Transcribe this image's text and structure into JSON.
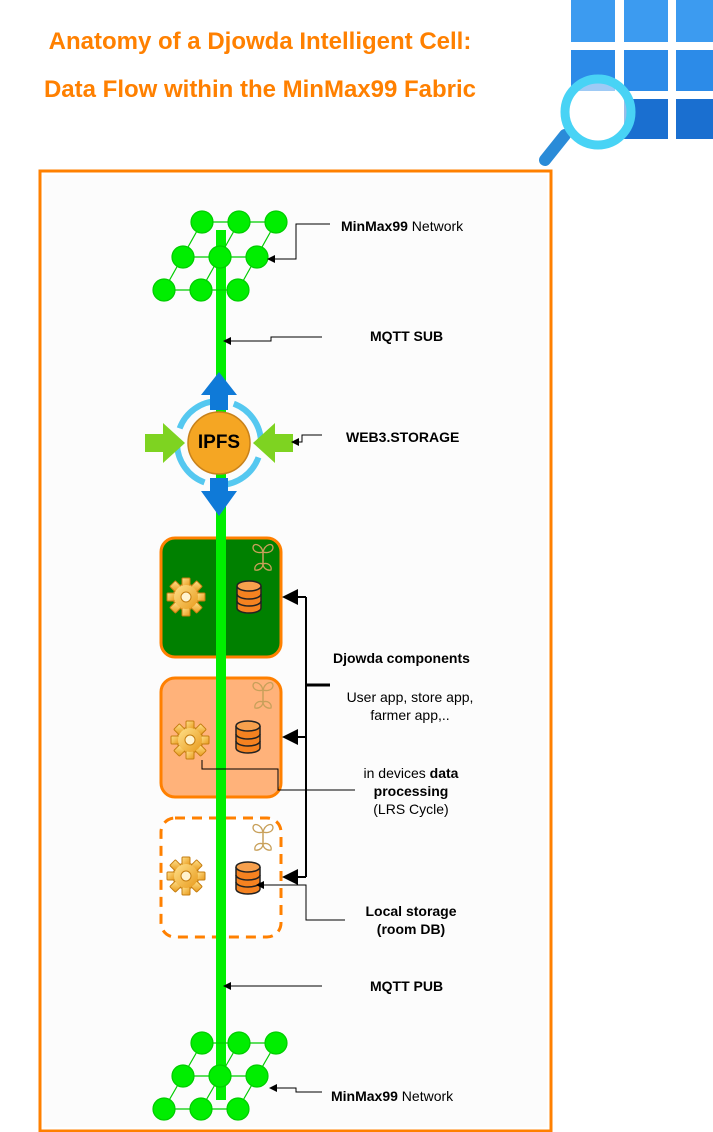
{
  "title": {
    "line1": "Anatomy of a Djowda Intelligent Cell:",
    "line2": "Data Flow within the MinMax99 Fabric"
  },
  "colors": {
    "title": "#ff8000",
    "frame": "#ff8000",
    "trunk": "#00ee00",
    "node": "#00ee00",
    "ipfs": "#f5a623",
    "arrow_blue": "#0f7ad8",
    "arrow_green": "#7ed321",
    "card_dark": "#008000",
    "card_light": "#ffb27a",
    "db": "#f58220"
  },
  "center": {
    "ipfs_label": "IPFS"
  },
  "labels": {
    "network_top_bold": "MinMax99",
    "network_top_rest": " Network",
    "mqtt_sub": "MQTT SUB",
    "web3_storage": "WEB3.STORAGE",
    "components_title": "Djowda components",
    "components_sub_line1": "User app, store app,",
    "components_sub_line2": "farmer app,..",
    "processing_pre": "in devices ",
    "processing_bold_1": "data",
    "processing_bold_2": "processing",
    "processing_line3": "(LRS Cycle)",
    "local_storage_line1": "Local storage",
    "local_storage_line2": "(room DB)",
    "mqtt_pub": "MQTT PUB",
    "network_bottom_bold": "MinMax99",
    "network_bottom_rest": " Network"
  },
  "icons": {
    "logo": "azure-search-icon",
    "gear": "gear-icon",
    "database": "database-icon",
    "sprout": "sprout-icon"
  }
}
